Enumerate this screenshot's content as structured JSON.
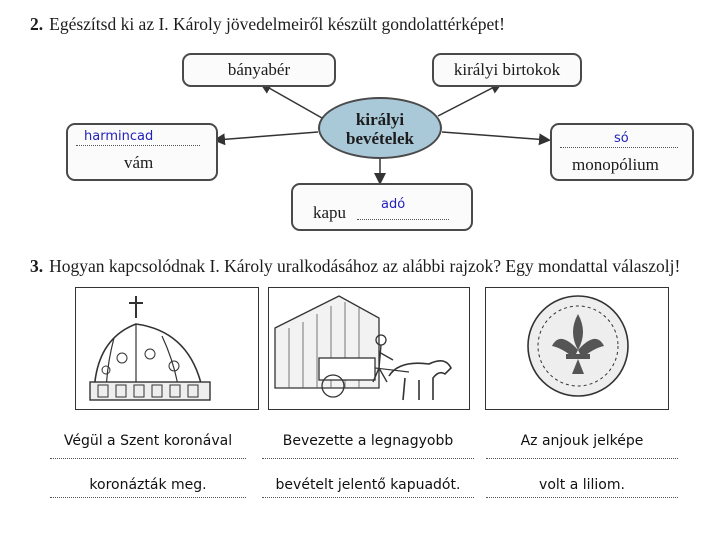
{
  "q2": {
    "number": "2.",
    "text": "Egészítsd ki az I. Károly jövedelmeiről készült gondolattérképet!"
  },
  "mindmap": {
    "center_line1": "királyi",
    "center_line2": "bevételek",
    "top_left": "bányabér",
    "top_right": "királyi birtokok",
    "left_label": "vám",
    "left_answer": "harmincad",
    "right_label": "monopólium",
    "right_answer": "só",
    "bottom_label": "kapu",
    "bottom_answer": "adó"
  },
  "q3": {
    "number": "3.",
    "text": "Hogyan kapcsolódnak I. Károly uralkodásához az alábbi rajzok? Egy mondattal válaszolj!"
  },
  "pictures": [
    "holy-crown-drawing",
    "peasant-horse-cart-drawing",
    "lily-coin-drawing"
  ],
  "answers": [
    {
      "line1": "Végül a Szent koronával",
      "line2": "koronázták meg."
    },
    {
      "line1": "Bevezette a legnagyobb",
      "line2": "bevételt jelentő kapuadót."
    },
    {
      "line1": "Az anjouk jelképe",
      "line2": "volt a liliom."
    }
  ]
}
